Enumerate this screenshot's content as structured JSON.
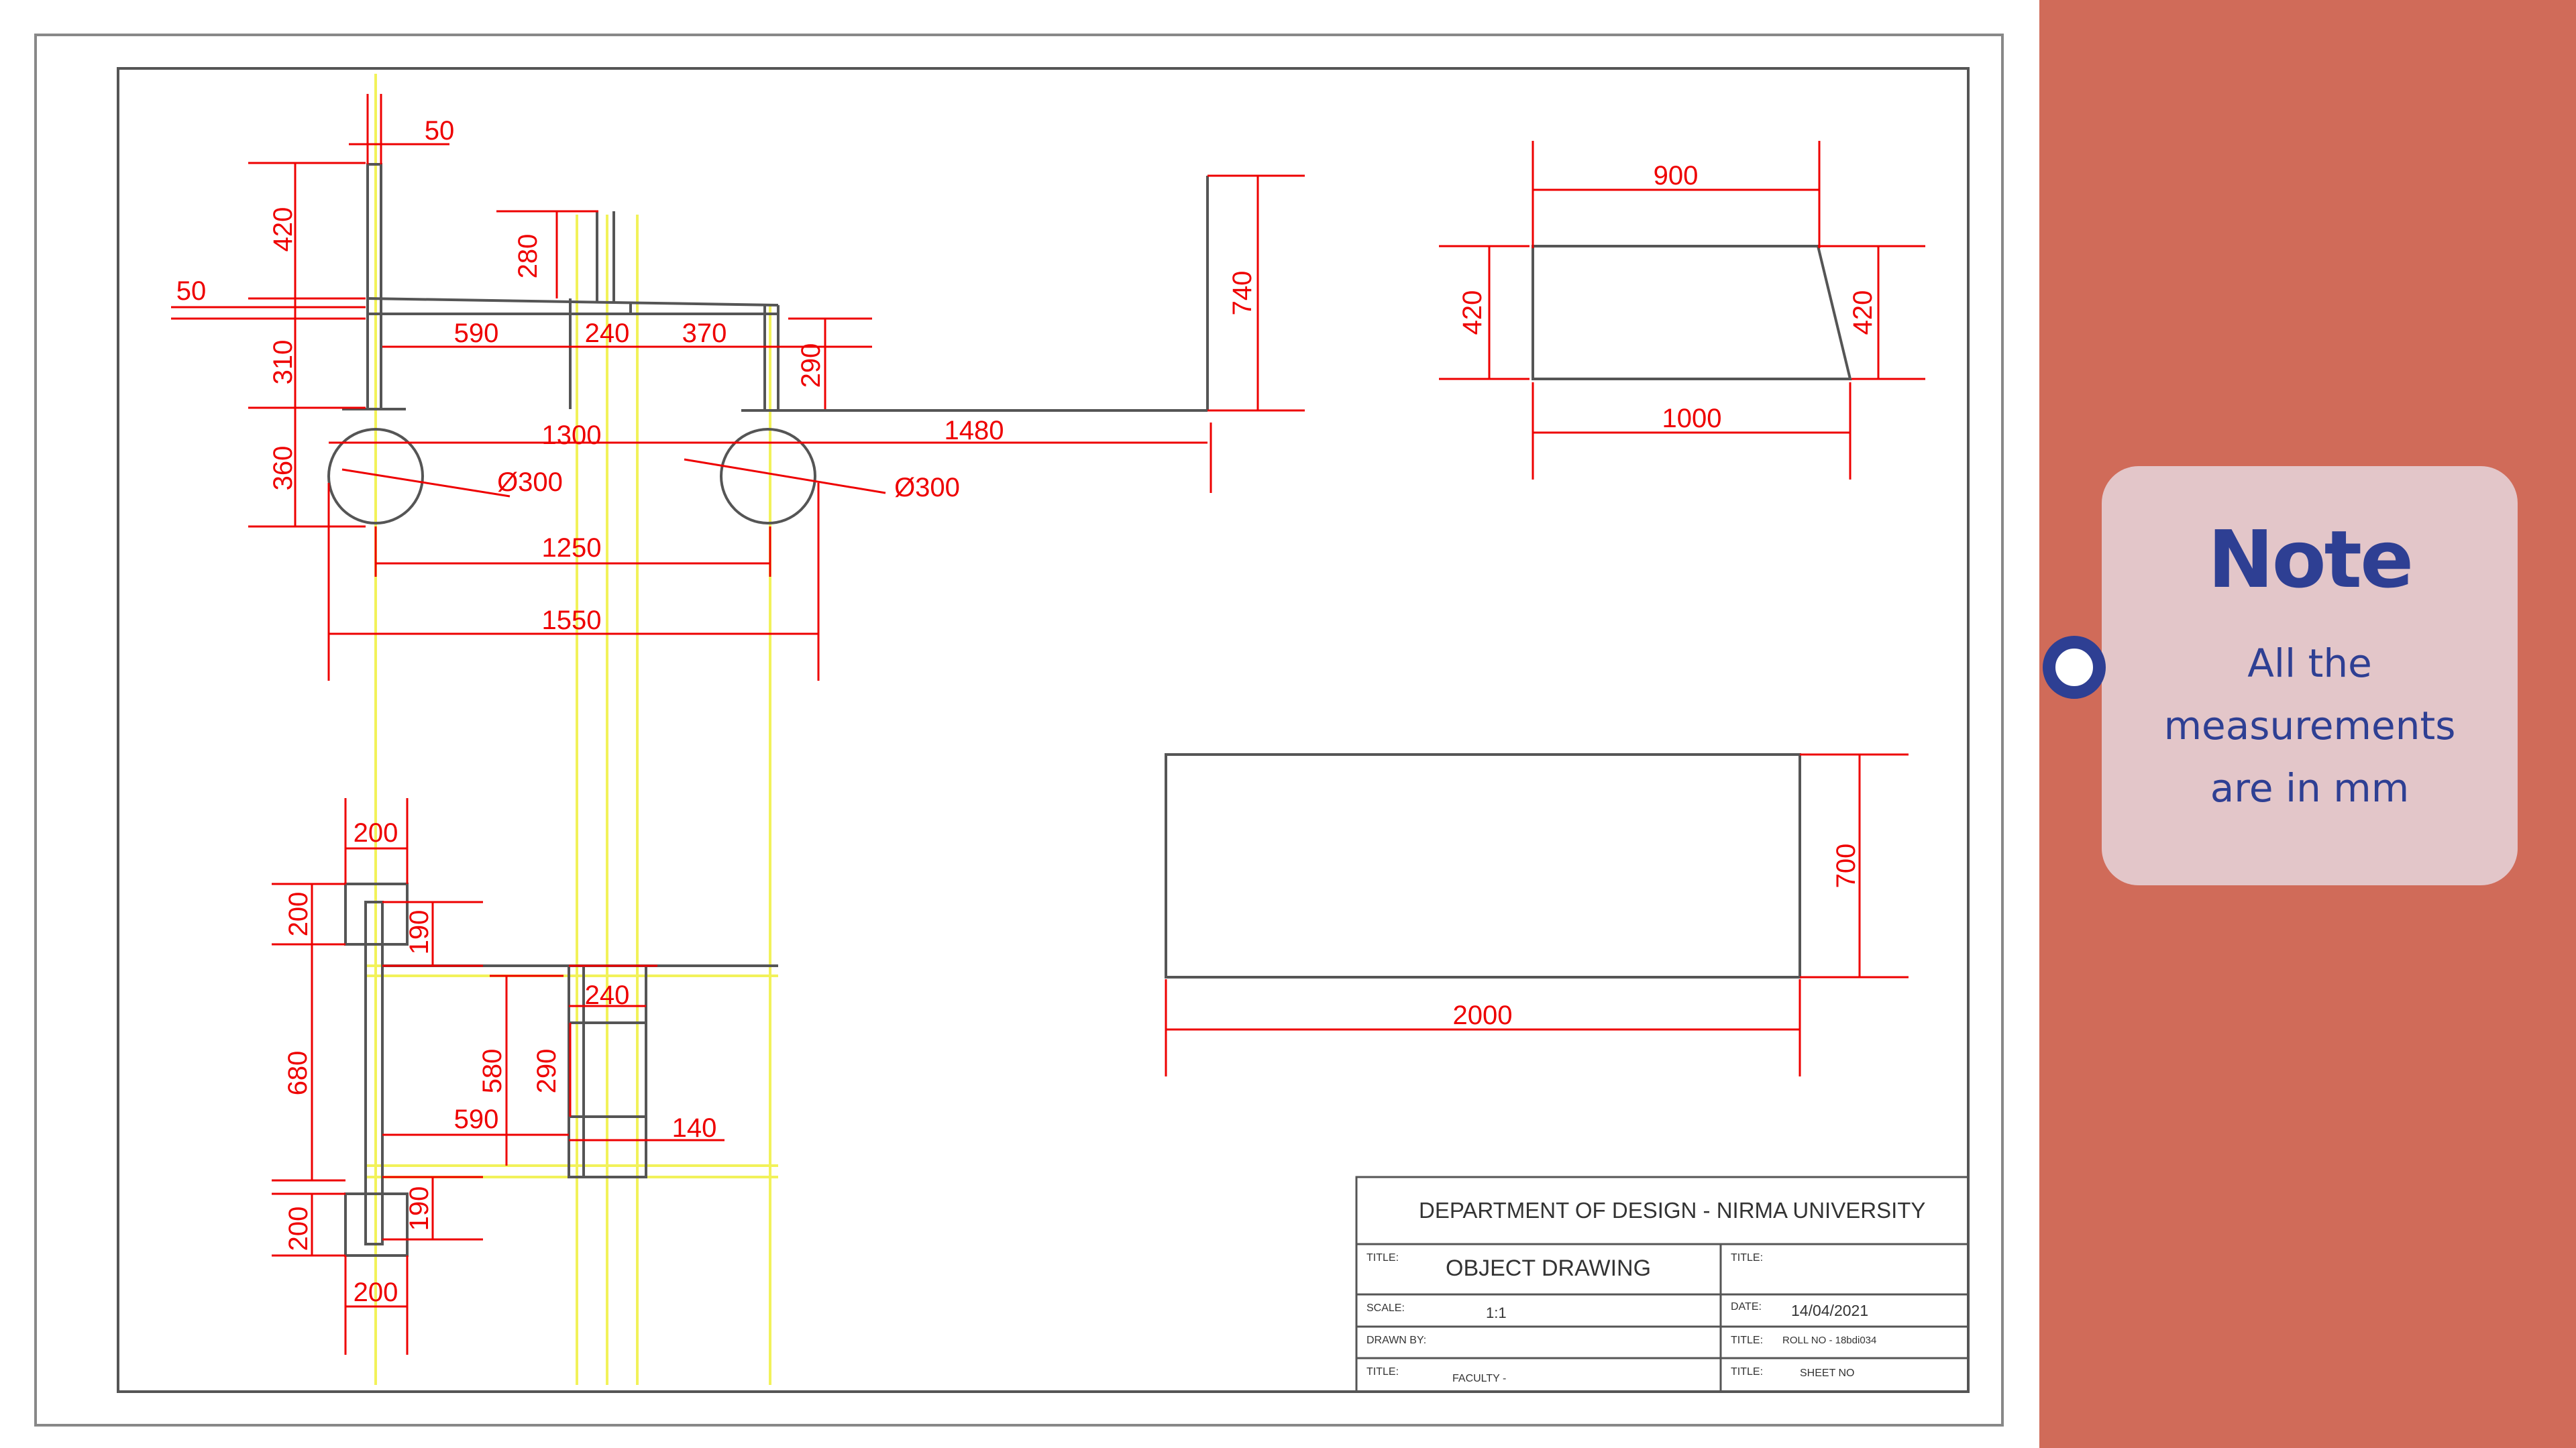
{
  "note": {
    "title": "Note",
    "body": "All the measurements are in mm"
  },
  "drawing": {
    "side_view": {
      "dims": [
        "50",
        "420",
        "50",
        "310",
        "280",
        "590",
        "240",
        "370",
        "290",
        "740",
        "1300",
        "1480",
        "360",
        "Ø300",
        "Ø300",
        "1250",
        "1550"
      ]
    },
    "side_panel": {
      "dims": [
        "900",
        "420",
        "420",
        "1000"
      ]
    },
    "top_panel": {
      "dims": [
        "700",
        "2000"
      ]
    },
    "plan_view": {
      "dims": [
        "200",
        "200",
        "190",
        "240",
        "680",
        "580",
        "290",
        "590",
        "140",
        "200",
        "190",
        "200"
      ]
    },
    "title_block": {
      "header": "DEPARTMENT OF DESIGN - NIRMA UNIVERSITY",
      "title_label": "TITLE:",
      "title_value": "OBJECT DRAWING",
      "title2_label": "TITLE:",
      "scale_label": "SCALE:",
      "scale_value": "1:1",
      "date_label": "DATE:",
      "date_value": "14/04/2021",
      "drawn_by_label": "DRAWN BY:",
      "title3_label": "TITLE:",
      "roll_no": "ROLL NO - 18bdi034",
      "title4_label": "TITLE:",
      "faculty": "FACULTY -",
      "title5_label": "TITLE:",
      "sheet_no": "SHEET NO"
    }
  },
  "colors": {
    "dimension": "#ee0000",
    "construction": "#f2f25a",
    "outline": "#555555",
    "side_panel": "#d06b59",
    "note_card": "#e3c6c9",
    "note_text": "#2e3f93"
  }
}
